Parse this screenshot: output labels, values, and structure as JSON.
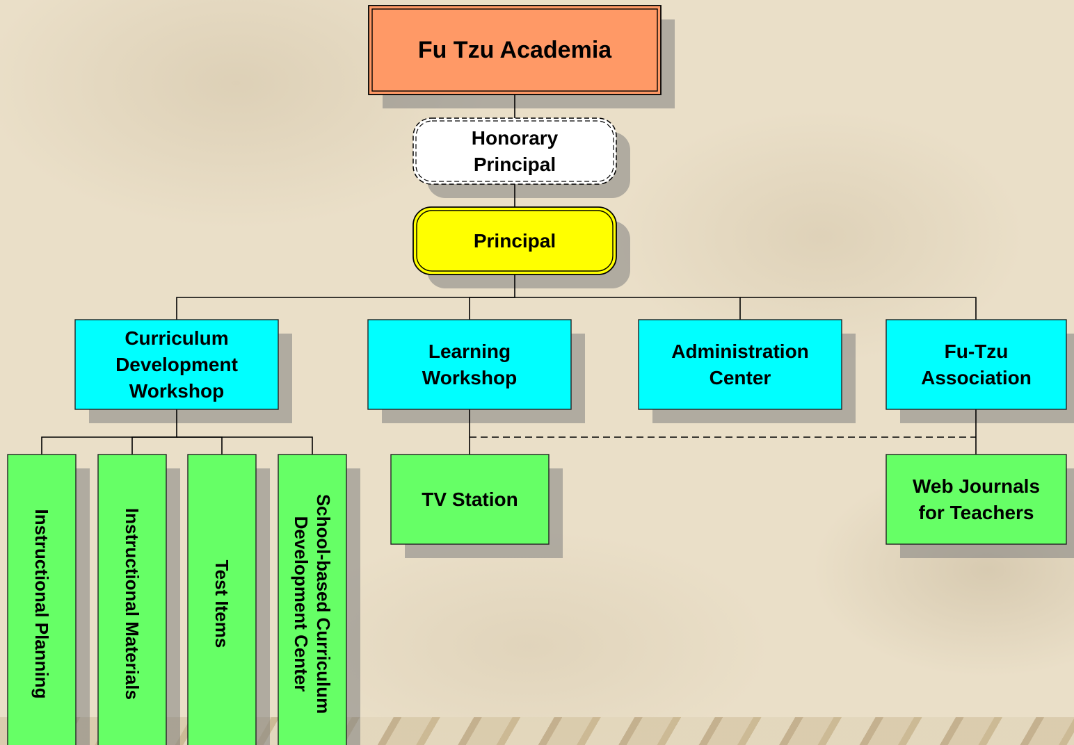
{
  "nodes": [
    {
      "id": "fu-tzu-academia",
      "name": "fu-tzu-academia-box",
      "lines": [
        "Fu Tzu Academia"
      ],
      "fill": "#ff9966",
      "shape": "double",
      "fontSize": 34
    },
    {
      "id": "honorary-principal",
      "name": "honorary-principal-box",
      "lines": [
        "Honorary",
        "Principal"
      ],
      "fill": "#ffffff",
      "shape": "dashed-rounded",
      "fontSize": 28
    },
    {
      "id": "principal",
      "name": "principal-box",
      "lines": [
        "Principal"
      ],
      "fill": "#ffff00",
      "shape": "double-rounded",
      "fontSize": 28
    },
    {
      "id": "curriculum-development-workshop",
      "name": "curriculum-development-workshop-box",
      "lines": [
        "Curriculum",
        "Development",
        "Workshop"
      ],
      "fill": "#00ffff",
      "shape": "rect",
      "fontSize": 28
    },
    {
      "id": "learning-workshop",
      "name": "learning-workshop-box",
      "lines": [
        "Learning",
        "Workshop"
      ],
      "fill": "#00ffff",
      "shape": "rect",
      "fontSize": 28
    },
    {
      "id": "administration-center",
      "name": "administration-center-box",
      "lines": [
        "Administration",
        "Center"
      ],
      "fill": "#00ffff",
      "shape": "rect",
      "fontSize": 28
    },
    {
      "id": "fu-tzu-association",
      "name": "fu-tzu-association-box",
      "lines": [
        "Fu-Tzu",
        "Association"
      ],
      "fill": "#00ffff",
      "shape": "rect",
      "fontSize": 28
    },
    {
      "id": "instructional-planning",
      "name": "instructional-planning-box",
      "lines": [
        "Instructional Planning"
      ],
      "fill": "#66ff66",
      "shape": "rect",
      "vertical": true,
      "fontSize": 26
    },
    {
      "id": "instructional-materials",
      "name": "instructional-materials-box",
      "lines": [
        "Instructional Materials"
      ],
      "fill": "#66ff66",
      "shape": "rect",
      "vertical": true,
      "fontSize": 26
    },
    {
      "id": "test-items",
      "name": "test-items-box",
      "lines": [
        "Test Items"
      ],
      "fill": "#66ff66",
      "shape": "rect",
      "vertical": true,
      "fontSize": 26
    },
    {
      "id": "school-based-curriculum-development-center",
      "name": "school-based-curriculum-development-center-box",
      "lines": [
        "School-based Curriculum",
        "Development Center"
      ],
      "fill": "#66ff66",
      "shape": "rect",
      "vertical": true,
      "fontSize": 26
    },
    {
      "id": "tv-station",
      "name": "tv-station-box",
      "lines": [
        "TV Station"
      ],
      "fill": "#66ff66",
      "shape": "rect",
      "fontSize": 28
    },
    {
      "id": "web-journals-for-teachers",
      "name": "web-journals-for-teachers-box",
      "lines": [
        "Web Journals",
        "for Teachers"
      ],
      "fill": "#66ff66",
      "shape": "rect",
      "fontSize": 28
    }
  ],
  "edges": [
    {
      "from": "fu-tzu-academia",
      "to": "honorary-principal",
      "style": "solid"
    },
    {
      "from": "honorary-principal",
      "to": "principal",
      "style": "solid"
    },
    {
      "from": "principal",
      "to": "curriculum-development-workshop",
      "style": "solid"
    },
    {
      "from": "principal",
      "to": "learning-workshop",
      "style": "solid"
    },
    {
      "from": "principal",
      "to": "administration-center",
      "style": "solid"
    },
    {
      "from": "principal",
      "to": "fu-tzu-association",
      "style": "solid"
    },
    {
      "from": "curriculum-development-workshop",
      "to": "instructional-planning",
      "style": "solid"
    },
    {
      "from": "curriculum-development-workshop",
      "to": "instructional-materials",
      "style": "solid"
    },
    {
      "from": "curriculum-development-workshop",
      "to": "test-items",
      "style": "solid"
    },
    {
      "from": "curriculum-development-workshop",
      "to": "school-based-curriculum-development-center",
      "style": "solid"
    },
    {
      "from": "learning-workshop",
      "to": "tv-station",
      "style": "solid"
    },
    {
      "from": "fu-tzu-association",
      "to": "web-journals-for-teachers",
      "style": "solid"
    },
    {
      "from": "learning-workshop",
      "to": "web-journals-for-teachers",
      "style": "dashed"
    }
  ]
}
